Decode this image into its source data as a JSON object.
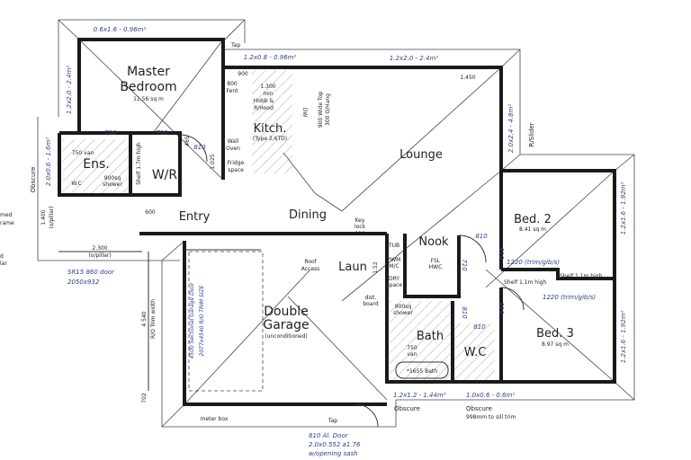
{
  "colors": {
    "wall": "#1a1a1a",
    "annotation_blue": "#2c3f8c",
    "background": "#ffffff"
  },
  "rooms": {
    "master": "Master",
    "master2": "Bedroom",
    "master_area": "11.56 sq m",
    "ens": "Ens.",
    "wr": "W/R",
    "kitchen": "Kitch.",
    "kitchen_type": "(Type 2,6TD)",
    "lounge": "Lounge",
    "entry": "Entry",
    "dining": "Dining",
    "nook": "Nook",
    "laun": "Laun",
    "garage1": "Double",
    "garage2": "Garage",
    "garage_note": "(unconditioned)",
    "bed2": "Bed. 2",
    "bed2_area": "8.41 sq m",
    "bed3": "Bed. 3",
    "bed3_area": "8.97 sq m",
    "bath": "Bath",
    "wc": "W.C"
  },
  "labels": {
    "win_master_top": "0.6x1.6 - 0.96m²",
    "win_master_left": "1.2x2.0 - 2.4m²",
    "tap_top": "Tap",
    "win_kitchen": "1.2x0.8 - 0.96m²",
    "win_lounge": "1.2x2.0 - 2.4m²",
    "dim_1450": "1.450",
    "k900": "900",
    "k800": "800",
    "kfent": "Fent",
    "k1300": "1.300",
    "kmin": "min",
    "khobb": "Hobb &",
    "khood": "R/Hood",
    "wall_oven1": "Wall",
    "wall_oven2": "Oven",
    "fridge1": "Fridge",
    "fridge2": "space",
    "dw": "DW",
    "wide_top": "900 Wide Top",
    "ohang": "300 O/Hang",
    "slider_win": "2.0x2.4 - 4.8m²",
    "slider": "R/Slider",
    "d710a": "710",
    "d710b": "710",
    "d810a": "810",
    "d465": "465",
    "d1025": "1.025",
    "van750": "750 van",
    "shelf17": "Shelf 1.7m high",
    "shower900a": "900sq",
    "shower900b": "shower",
    "wc_small": "W.C",
    "obscure_left": "Obscure",
    "win_ens": "2.0x0.6 - 1.6m²",
    "cut_med": "med",
    "cut_rame": "rame",
    "cut_d": "d",
    "cut_lar": "lar",
    "d1400": "1.400",
    "opillar1": "(o/pillar)",
    "d600": "600",
    "keylock1": "Key",
    "keylock2": "lock",
    "keylock3": "810",
    "d2300": "2.300",
    "opillar2": "(o/pillar)",
    "sr15a": "SR15 860 door",
    "sr15b": "2050x932",
    "d4540": "4 540",
    "ro_trim": "R/O Trim width",
    "garage_door1": "4500 Sectional Garage Door",
    "garage_door2": "2077x4540 R/O TRIM SIZE",
    "d702": "702",
    "meter": "meter box",
    "tap_bottom": "Tap",
    "al1": "810 Al. Door",
    "al2": "2.0x0.552 a1.76",
    "al3": "w/opening sash",
    "roof1": "Roof",
    "roof2": "Access",
    "d152": "1.52",
    "tub": "TUB",
    "pwm1": "PWM",
    "pwm2": "M/C",
    "dry1": "DRY",
    "dry2": "Space",
    "dist1": "dist.",
    "dist2": "board",
    "n810a": "810",
    "n810b": "810",
    "n710": "710",
    "hwc1": "FSL",
    "hwc2": "HWC",
    "trim1": "1220 (trim/gib/s)",
    "shelf11a": "Shelf 1.1m high",
    "shelf11b": "Shelf 1.1m high",
    "trim2": "1220 (trim/gib/s)",
    "win_bed2": "1.2x1.6 - 1.92m²",
    "win_bed3": "1.2x1.6 - 1.92m²",
    "bshower1": "900sq",
    "bshower2": "shower",
    "b810a": "810",
    "b810b": "810",
    "b810c": "810",
    "bvan1": "750",
    "bvan2": "van",
    "bath1655": "*1655 Bath",
    "win_bath": "1.2x1.2 - 1.44m²",
    "win_wc": "1.0x0.6 - 0.6m²",
    "obscure_bath": "Obscure",
    "obscure_wc": "Obscure",
    "sill": "998mm to sill trim"
  }
}
